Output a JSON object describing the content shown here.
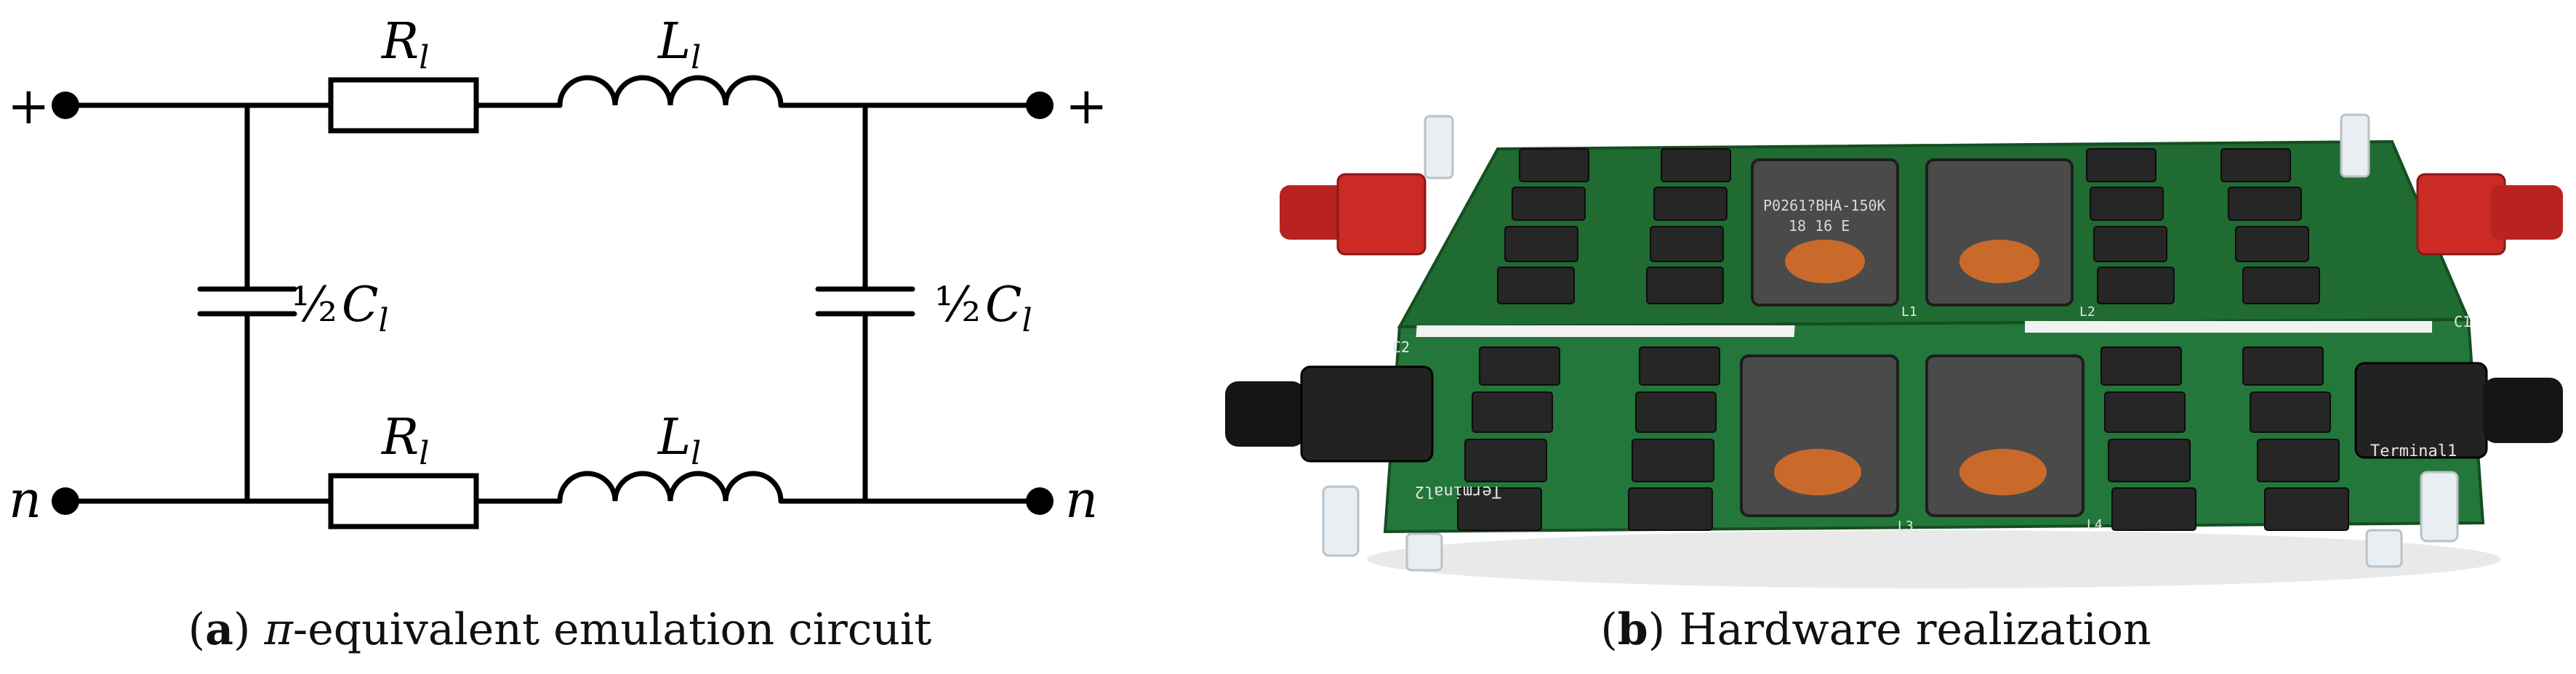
{
  "circuit": {
    "terminals": {
      "top_left": "+",
      "top_right": "+",
      "bottom_left": "n",
      "bottom_right": "n"
    },
    "components": {
      "r_top": {
        "symbol": "R",
        "sub": "l"
      },
      "l_top": {
        "symbol": "L",
        "sub": "l"
      },
      "r_bot": {
        "symbol": "R",
        "sub": "l"
      },
      "l_bot": {
        "symbol": "L",
        "sub": "l"
      },
      "c_left": {
        "frac": "½",
        "symbol": "C",
        "sub": "l"
      },
      "c_right": {
        "frac": "½",
        "symbol": "C",
        "sub": "l"
      }
    }
  },
  "photo": {
    "silkscreen": {
      "terminal1": "Terminal1",
      "terminal2": "Terminal2",
      "c1": "C1",
      "c2": "C2",
      "l_labels": [
        "L1",
        "L2",
        "L3",
        "L4"
      ],
      "inductor_text": [
        "P0261?BHA-150K",
        "18 16 E"
      ]
    }
  },
  "captions": {
    "a": {
      "letter": "a",
      "symbol": "π",
      "text": "-equivalent emulation circuit"
    },
    "b": {
      "letter": "b",
      "text": " Hardware realization"
    }
  }
}
